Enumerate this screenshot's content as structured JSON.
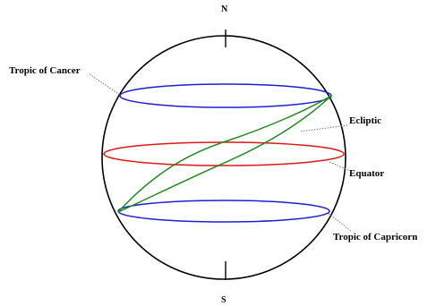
{
  "labels": {
    "north": "N",
    "south": "S",
    "tropic_cancer": "Tropic of Cancer",
    "ecliptic": "Ecliptic",
    "equator": "Equator",
    "tropic_capricorn": "Tropic of Capricorn"
  },
  "colors": {
    "sphere": "#000000",
    "tropics": "#1f1fd6",
    "equator": "#e01818",
    "ecliptic": "#1e8a1e",
    "leader": "#777777"
  }
}
